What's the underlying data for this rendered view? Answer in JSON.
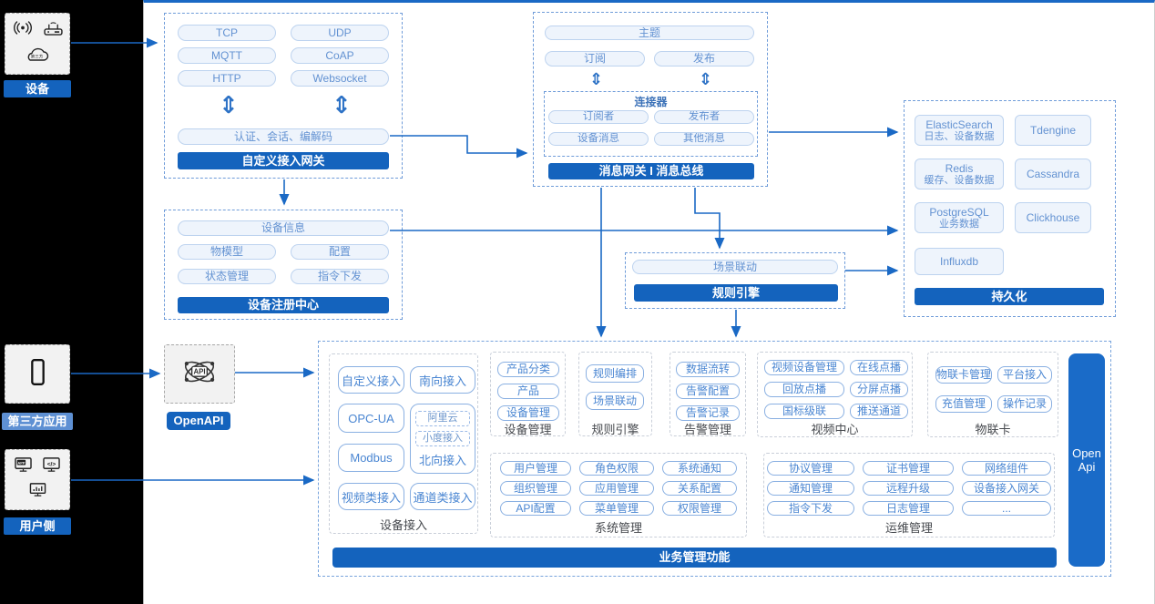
{
  "left_rail": {
    "device": {
      "label": "设备"
    },
    "third_party": {
      "label": "第三方应用"
    },
    "user_side": {
      "label": "用户侧"
    }
  },
  "icons": {
    "cloud_text": "第三方",
    "app_text": "APP",
    "code_text": "</>",
    "api_text": "API",
    "updown_arrow": "⇕"
  },
  "gateway_box": {
    "protocols": [
      "TCP",
      "UDP",
      "MQTT",
      "CoAP",
      "HTTP",
      "Websocket"
    ],
    "session_chip": "认证、会话、编解码",
    "title": "自定义接入网关"
  },
  "registry_box": {
    "device_info": "设备信息",
    "items": [
      "物模型",
      "配置",
      "状态管理",
      "指令下发"
    ],
    "title": "设备注册中心"
  },
  "message_box": {
    "topic": "主题",
    "subscribe": "订阅",
    "publish": "发布",
    "connector": {
      "title": "连接器",
      "items": [
        "订阅者",
        "发布者",
        "设备消息",
        "其他消息"
      ]
    },
    "title": "消息网关 I 消息总线"
  },
  "persistence_box": {
    "stores": [
      {
        "name": "ElasticSearch",
        "desc": "日志、设备数据"
      },
      {
        "name": "Tdengine",
        "desc": ""
      },
      {
        "name": "Redis",
        "desc": "缓存、设备数据"
      },
      {
        "name": "Cassandra",
        "desc": ""
      },
      {
        "name": "PostgreSQL",
        "desc": "业务数据"
      },
      {
        "name": "Clickhouse",
        "desc": ""
      },
      {
        "name": "Influxdb",
        "desc": ""
      }
    ],
    "title": "持久化"
  },
  "rule_box": {
    "scene_chip": "场景联动",
    "title": "规则引擎"
  },
  "openapi": {
    "label": "OpenAPI"
  },
  "business_box": {
    "device_access": {
      "caption": "设备接入",
      "custom": "自定义接入",
      "south": "南向接入",
      "opcua": "OPC-UA",
      "north": {
        "label": "北向接入",
        "items": [
          "阿里云",
          "小度接入"
        ]
      },
      "modbus": "Modbus",
      "video": "视频类接入",
      "channel": "通道类接入"
    },
    "device_mgmt": {
      "caption": "设备管理",
      "items": [
        "产品分类",
        "产品",
        "设备管理"
      ]
    },
    "rule_engine": {
      "caption": "规则引擎",
      "items": [
        "规则编排",
        "场景联动"
      ]
    },
    "alert_mgmt": {
      "caption": "告警管理",
      "items": [
        "数据流转",
        "告警配置",
        "告警记录"
      ]
    },
    "video_center": {
      "caption": "视频中心",
      "items": [
        "视频设备管理",
        "在线点播",
        "回放点播",
        "分屏点播",
        "国标级联",
        "推送通道"
      ]
    },
    "iot_card": {
      "caption": "物联卡",
      "items": [
        "物联卡管理",
        "平台接入",
        "充值管理",
        "操作记录"
      ]
    },
    "system_mgmt": {
      "caption": "系统管理",
      "items": [
        "用户管理",
        "角色权限",
        "系统通知",
        "组织管理",
        "应用管理",
        "关系配置",
        "API配置",
        "菜单管理",
        "权限管理"
      ]
    },
    "ops_mgmt": {
      "caption": "运维管理",
      "items": [
        "协议管理",
        "证书管理",
        "网络组件",
        "通知管理",
        "远程升级",
        "设备接入网关",
        "指令下发",
        "日志管理",
        "..."
      ]
    },
    "open_api_bar": "Open Api",
    "title": "业务管理功能"
  },
  "colors": {
    "accent": "#1463bd",
    "arrow": "#1a69c5"
  }
}
